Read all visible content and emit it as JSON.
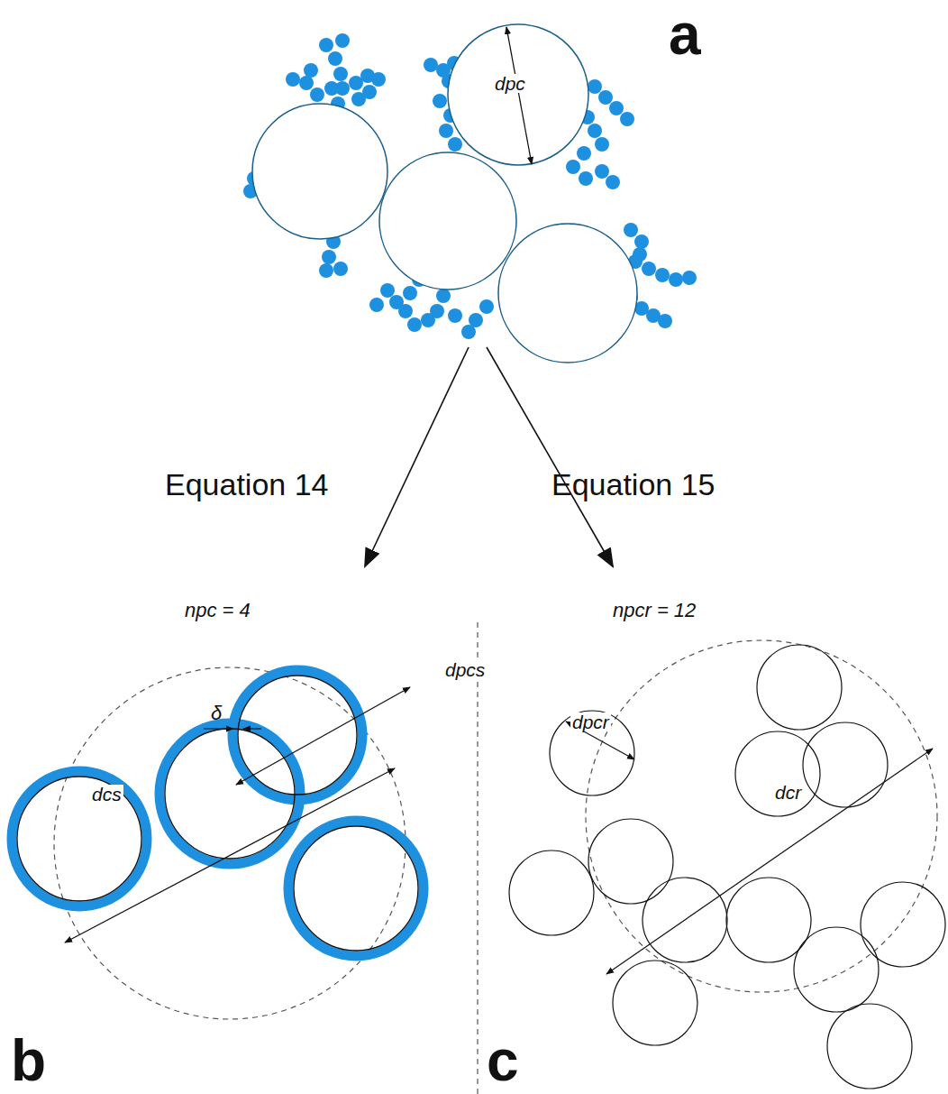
{
  "diagram": {
    "labels": [
      "a",
      "dpc",
      "Equation 14",
      "Equation 15",
      "npc = 4",
      "npcr = 12",
      "δ",
      "dpcs",
      "dcs",
      "dpcr",
      "dcr",
      "b",
      "c"
    ]
  }
}
